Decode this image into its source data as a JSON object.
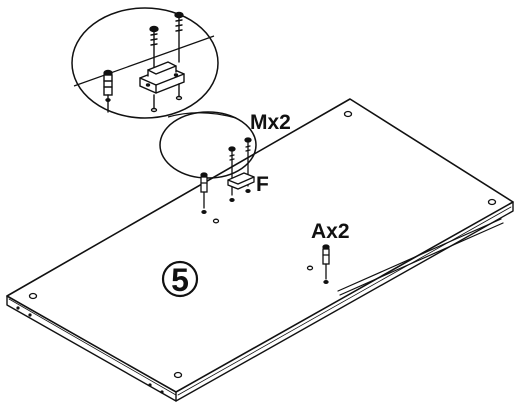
{
  "step": {
    "number": "5"
  },
  "labels": {
    "hardware_m": "Mx2",
    "hardware_f": "F",
    "hardware_a": "Ax2"
  },
  "colors": {
    "line": "#111111",
    "background": "#ffffff"
  }
}
